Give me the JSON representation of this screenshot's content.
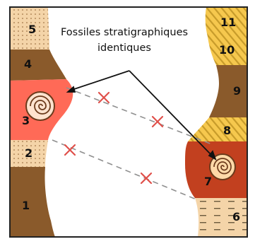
{
  "title": "Fossiles stratigraphiques identiques",
  "title_lines": [
    "Fossiles stratigraphiques",
    "identiques"
  ],
  "left_column": {
    "layers": [
      {
        "number": "5",
        "fill": "sand-dotted",
        "color": "#f4d4a8"
      },
      {
        "number": "4",
        "fill": "brown",
        "color": "#8a5a2b"
      },
      {
        "number": "3",
        "fill": "red",
        "color": "#ff6a57",
        "fossil": "ammonite-icon"
      },
      {
        "number": "2",
        "fill": "sand-dotted",
        "color": "#f4d4a8"
      },
      {
        "number": "1",
        "fill": "brown",
        "color": "#8a5a2b"
      }
    ]
  },
  "right_column": {
    "layers": [
      {
        "number": "11",
        "fill": "yellow-hatched",
        "color": "#f6c84e"
      },
      {
        "number": "10",
        "fill": "yellow-hatched",
        "color": "#f6c84e"
      },
      {
        "number": "9",
        "fill": "brown",
        "color": "#8a5a2b"
      },
      {
        "number": "8",
        "fill": "yellow-hatched",
        "color": "#f6c84e"
      },
      {
        "number": "7",
        "fill": "dark-red",
        "color": "#c2401f",
        "fossil": "ammonite-icon"
      },
      {
        "number": "6",
        "fill": "sand-dashed",
        "color": "#f4d4a8"
      }
    ]
  },
  "colors": {
    "background": "#ffffff",
    "border": "#222222",
    "brown": "#8a5a2b",
    "sand": "#f4d4a8",
    "red": "#ff6a57",
    "dark_red": "#c2401f",
    "yellow": "#f6c84e",
    "correlation_line": "#888888",
    "cross": "#e0504a"
  }
}
